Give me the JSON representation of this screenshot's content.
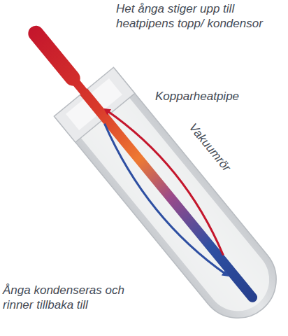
{
  "diagram": {
    "labels": [
      "Het ånga stiger upp till heatpipens topp/ kondensor",
      "Kopparheatpipe",
      "Vakuumrör",
      "Ånga kondenseras och rinner tillbaka till"
    ]
  }
}
